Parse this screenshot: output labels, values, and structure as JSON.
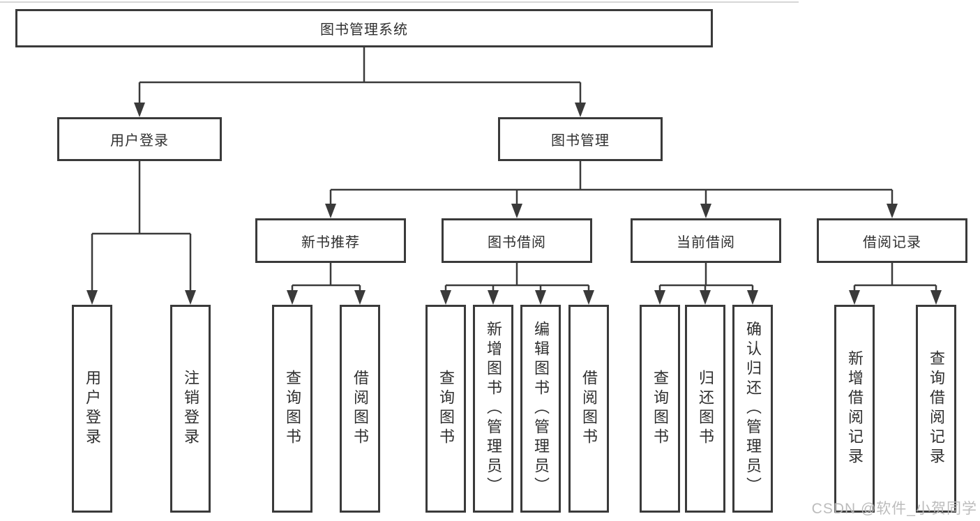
{
  "diagram": {
    "root": {
      "label": "图书管理系统"
    },
    "branches": {
      "user_login": {
        "label": "用户登录"
      },
      "book_mgmt": {
        "label": "图书管理"
      }
    },
    "sections": {
      "new_books": {
        "label": "新书推荐"
      },
      "book_borrow": {
        "label": "图书借阅"
      },
      "current_borrow": {
        "label": "当前借阅"
      },
      "borrow_records": {
        "label": "借阅记录"
      }
    },
    "leaves": {
      "login": {
        "label": "用户登录"
      },
      "logout": {
        "label": "注销登录"
      },
      "nb_query": {
        "label": "查询图书"
      },
      "nb_borrow": {
        "label": "借阅图书"
      },
      "bb_query": {
        "label": "查询图书"
      },
      "bb_add": {
        "label": "新增图书（管理员）"
      },
      "bb_edit": {
        "label": "编辑图书（管理员）"
      },
      "bb_borrow": {
        "label": "借阅图书"
      },
      "cb_query": {
        "label": "查询图书"
      },
      "cb_return": {
        "label": "归还图书"
      },
      "cb_confirm": {
        "label": "确认归还（管理员）"
      },
      "br_add": {
        "label": "新增借阅记录"
      },
      "br_query": {
        "label": "查询借阅记录"
      }
    }
  },
  "colors": {
    "line": "#3a3a3a",
    "text": "#2f2f2f",
    "watermark": "#b8b8b8",
    "background": "#ffffff"
  },
  "watermark": {
    "text": "CSDN @软件_小贺同学"
  }
}
